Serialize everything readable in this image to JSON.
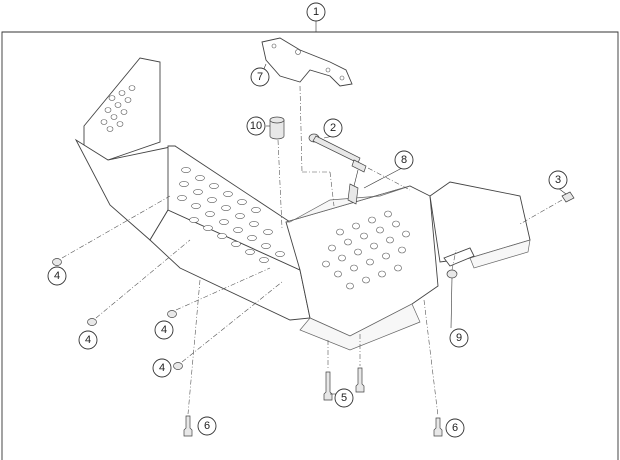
{
  "callouts": [
    {
      "id": "c1",
      "label": "1"
    },
    {
      "id": "c2",
      "label": "2"
    },
    {
      "id": "c3",
      "label": "3"
    },
    {
      "id": "c4a",
      "label": "4"
    },
    {
      "id": "c4b",
      "label": "4"
    },
    {
      "id": "c4c",
      "label": "4"
    },
    {
      "id": "c4d",
      "label": "4"
    },
    {
      "id": "c5",
      "label": "5"
    },
    {
      "id": "c6a",
      "label": "6"
    },
    {
      "id": "c6b",
      "label": "6"
    },
    {
      "id": "c7",
      "label": "7"
    },
    {
      "id": "c8",
      "label": "8"
    },
    {
      "id": "c9",
      "label": "9"
    },
    {
      "id": "c10",
      "label": "10"
    }
  ]
}
